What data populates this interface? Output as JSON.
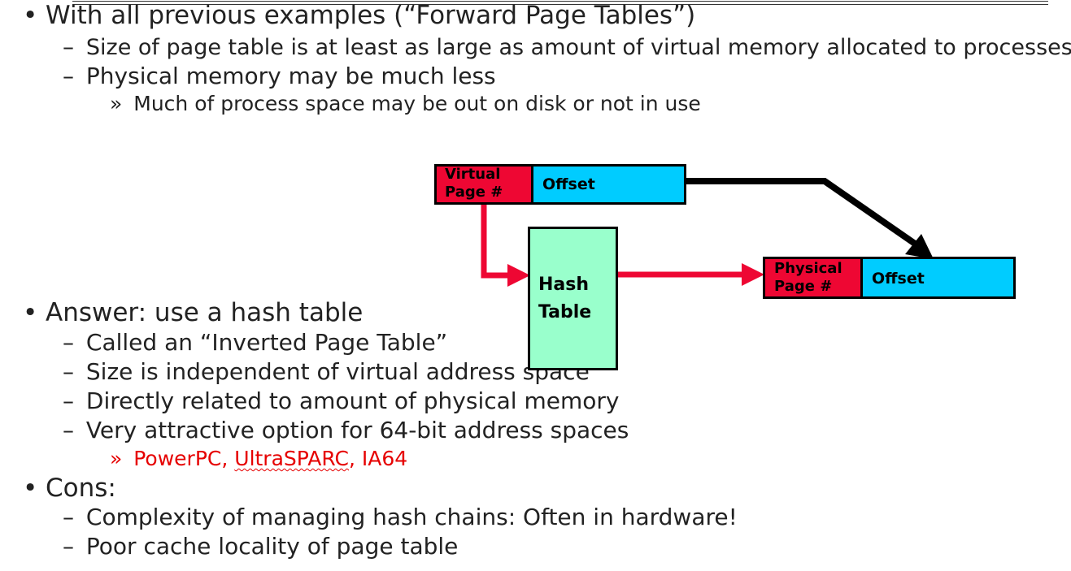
{
  "slide": {
    "bullets": [
      {
        "level": 1,
        "marker": "•",
        "text": "With all previous examples (“Forward Page Tables”)"
      },
      {
        "level": 2,
        "marker": "–",
        "text": "Size of page table is at least as large as amount of virtual memory allocated to processes"
      },
      {
        "level": 2,
        "marker": "–",
        "text": "Physical memory may be much less"
      },
      {
        "level": 3,
        "marker": "»",
        "text": "Much of process space may be out on disk or not in use"
      },
      {
        "level": 1,
        "marker": "•",
        "text": "Answer: use a hash table"
      },
      {
        "level": 2,
        "marker": "–",
        "text": "Called an “Inverted Page Table”"
      },
      {
        "level": 2,
        "marker": "–",
        "text": "Size is independent of virtual address space"
      },
      {
        "level": 2,
        "marker": "–",
        "text": "Directly related to amount of physical memory"
      },
      {
        "level": 2,
        "marker": "–",
        "text": "Very attractive option for 64-bit address spaces"
      },
      {
        "level": 3,
        "marker": "»",
        "parts": [
          "PowerPC, ",
          "UltraSPARC",
          ", IA64"
        ],
        "color": "#e60000"
      },
      {
        "level": 1,
        "marker": "•",
        "text": "Cons:"
      },
      {
        "level": 2,
        "marker": "–",
        "text": "Complexity of managing hash chains: Often in hardware!"
      },
      {
        "level": 2,
        "marker": "–",
        "text": "Poor cache locality of page table"
      }
    ]
  },
  "diagram": {
    "virtual_page_label": [
      "Virtual",
      "Page #"
    ],
    "virtual_offset_label": "Offset",
    "hash_table_label": [
      "Hash",
      "Table"
    ],
    "physical_page_label": [
      "Physical",
      "Page #"
    ],
    "physical_offset_label": "Offset",
    "colors": {
      "page_red": "#ee0733",
      "offset_cyan": "#00ccff",
      "hash_green": "#99ffcc",
      "arrow_red": "#ee0733",
      "arrow_black": "#000000"
    }
  }
}
